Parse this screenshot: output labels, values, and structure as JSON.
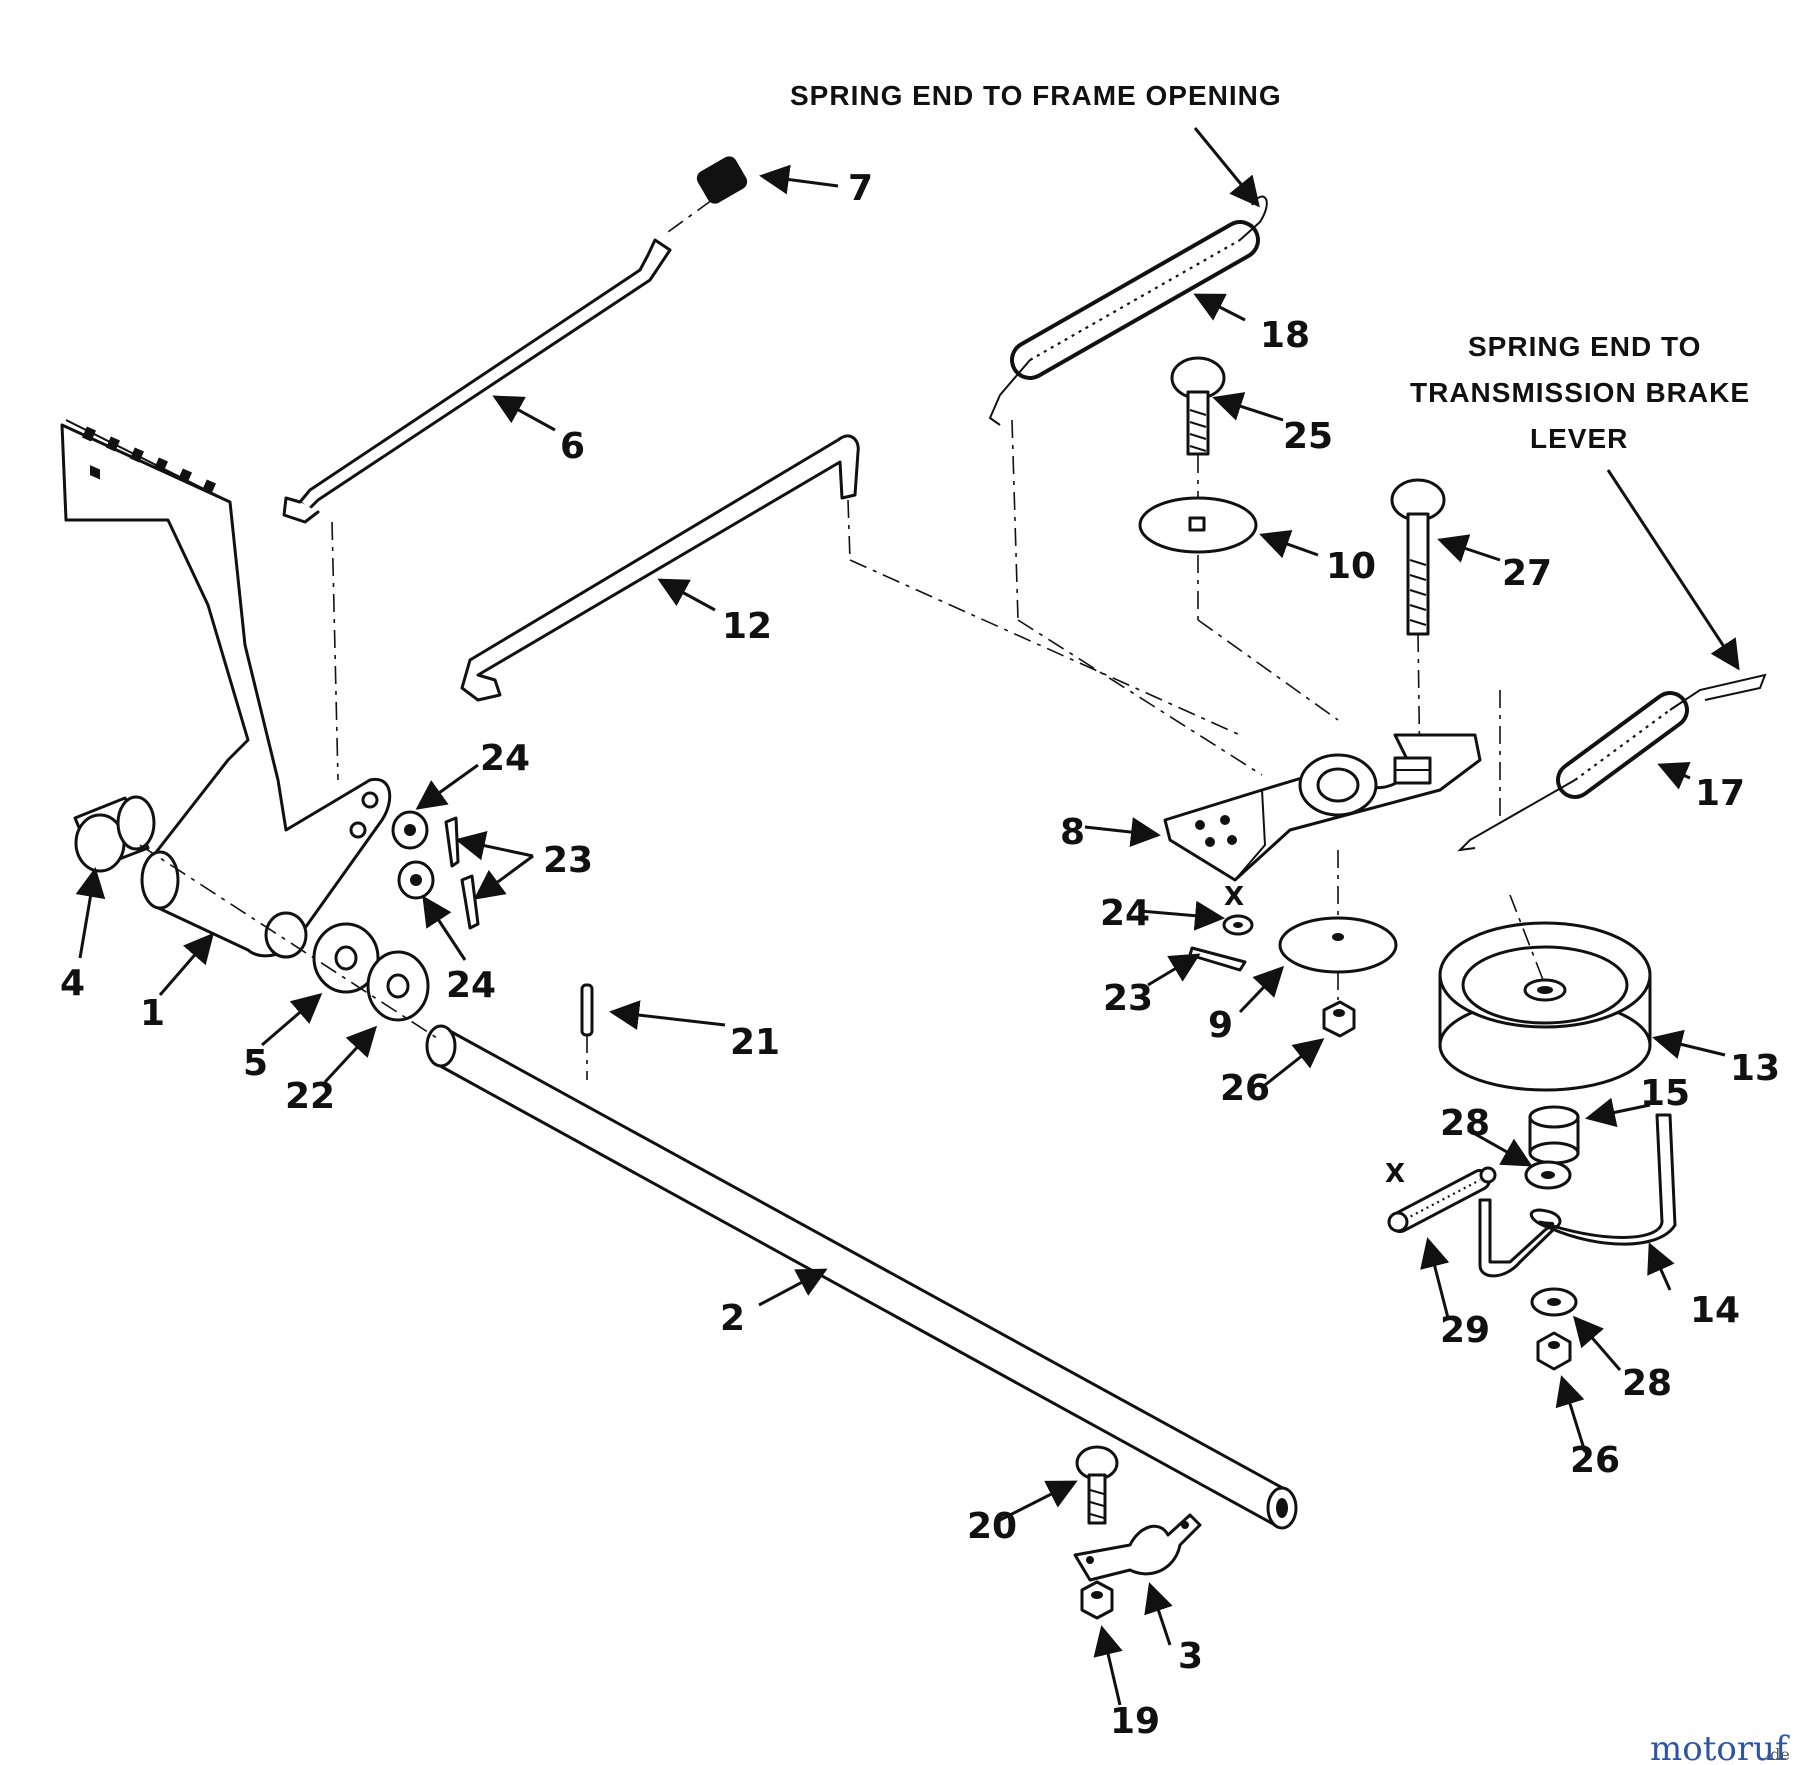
{
  "notes": {
    "frame_opening": "SPRING END TO FRAME OPENING",
    "trans_line1": "SPRING END TO",
    "trans_line2": "TRANSMISSION BRAKE",
    "trans_line3": "LEVER",
    "x_mark": "X"
  },
  "watermark": {
    "main": "motoruf",
    "suffix": ".de"
  },
  "labels": {
    "n1": "1",
    "n2": "2",
    "n3": "3",
    "n4": "4",
    "n5": "5",
    "n6": "6",
    "n7": "7",
    "n8": "8",
    "n9": "9",
    "n10": "10",
    "n12": "12",
    "n13": "13",
    "n14": "14",
    "n15": "15",
    "n17": "17",
    "n18": "18",
    "n19": "19",
    "n20": "20",
    "n21": "21",
    "n22": "22",
    "n23": "23",
    "n24": "24",
    "n25": "25",
    "n26": "26",
    "n27": "27",
    "n28": "28",
    "n29": "29"
  }
}
